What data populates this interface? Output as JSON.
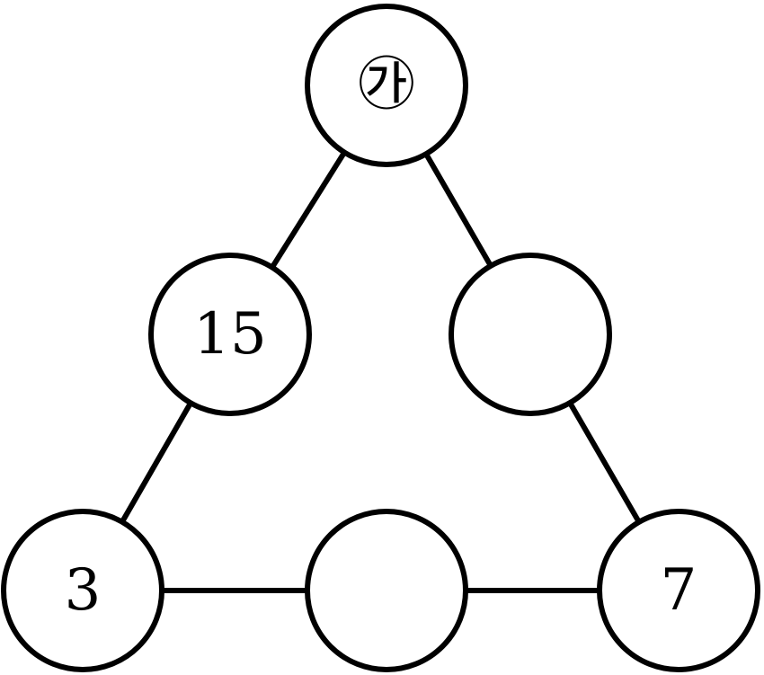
{
  "nodes": {
    "top": {
      "label": "㉮"
    },
    "middle_left": {
      "label": "15"
    },
    "middle_right": {
      "label": ""
    },
    "bottom_left": {
      "label": "3"
    },
    "bottom_middle": {
      "label": ""
    },
    "bottom_right": {
      "label": "7"
    }
  },
  "colors": {
    "stroke": "#000000",
    "fill": "#ffffff"
  }
}
